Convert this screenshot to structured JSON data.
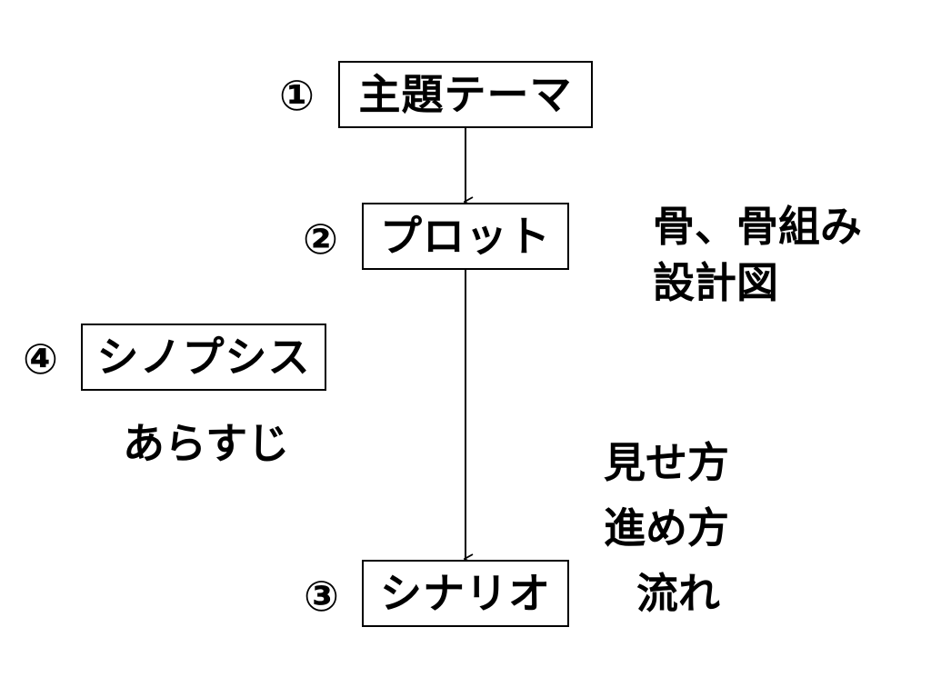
{
  "stages": {
    "theme": {
      "number": "①",
      "label": "主題テーマ"
    },
    "plot": {
      "number": "②",
      "label": "プロット"
    },
    "scenario": {
      "number": "③",
      "label": "シナリオ"
    },
    "synopsis": {
      "number": "④",
      "label": "シノプシス"
    }
  },
  "notes": {
    "plot": [
      "骨、骨組み",
      "設計図"
    ],
    "synopsis": "あらすじ",
    "scenario": [
      "見せ方",
      "進め方",
      "流れ"
    ]
  },
  "colors": {
    "line": "#000000",
    "background": "#ffffff",
    "text": "#000000"
  }
}
